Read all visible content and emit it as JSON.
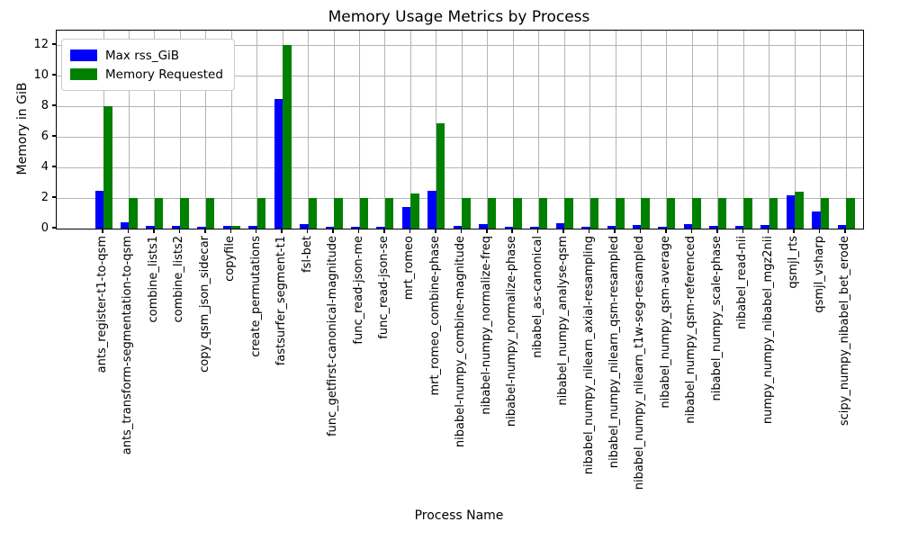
{
  "chart_data": {
    "type": "bar",
    "title": "Memory Usage Metrics by Process",
    "xlabel": "Process Name",
    "ylabel": "Memory in GiB",
    "yticks": [
      0,
      2,
      4,
      6,
      8,
      10,
      12
    ],
    "ylim": [
      0,
      12.94
    ],
    "grid": true,
    "legend_position": "upper-left",
    "grid_color": "#b4b4b4",
    "categories": [
      "ants_register-t1-to-qsm",
      "ants_transform-segmentation-to-qsm",
      "combine_lists1",
      "combine_lists2",
      "copy_qsm_json_sidecar",
      "copyfile",
      "create_permutations",
      "fastsurfer_segment-t1",
      "fsl-bet",
      "func_getfirst-canonical-magnitude",
      "func_read-json-me",
      "func_read-json-se",
      "mrt_romeo",
      "mrt_romeo_combine-phase",
      "nibabel-numpy_combine-magnitude",
      "nibabel-numpy_normalize-freq",
      "nibabel-numpy_normalize-phase",
      "nibabel_as-canonical",
      "nibabel_numpy_analyse-qsm",
      "nibabel_numpy_nilearn_axial-resampling",
      "nibabel_numpy_nilearn_qsm-resampled",
      "nibabel_numpy_nilearn_t1w-seg-resampled",
      "nibabel_numpy_qsm-average",
      "nibabel_numpy_qsm-referenced",
      "nibabel_numpy_scale-phase",
      "nibabel_read-nii",
      "numpy_numpy_nibabel_mgz2nii",
      "qsmjl_rts",
      "qsmjl_vsharp",
      "scipy_numpy_nibabel_bet_erode"
    ],
    "series": [
      {
        "name": "Max rss_GiB",
        "color": "#0000ff",
        "values": [
          2.5,
          0.4,
          0.2,
          0.2,
          0.13,
          0.2,
          0.2,
          8.45,
          0.3,
          0.12,
          0.14,
          0.14,
          1.4,
          2.5,
          0.18,
          0.3,
          0.12,
          0.12,
          0.35,
          0.12,
          0.2,
          0.25,
          0.12,
          0.3,
          0.15,
          0.15,
          0.25,
          2.2,
          1.1,
          0.25
        ]
      },
      {
        "name": "Memory Requested",
        "color": "#008000",
        "values": [
          8,
          2,
          2,
          2,
          2,
          0.2,
          2,
          12,
          2,
          2,
          2,
          2,
          2.3,
          6.9,
          2,
          2,
          2,
          2,
          2,
          2,
          2,
          2,
          2,
          2,
          2,
          2,
          2,
          2.4,
          2,
          2
        ]
      }
    ]
  }
}
